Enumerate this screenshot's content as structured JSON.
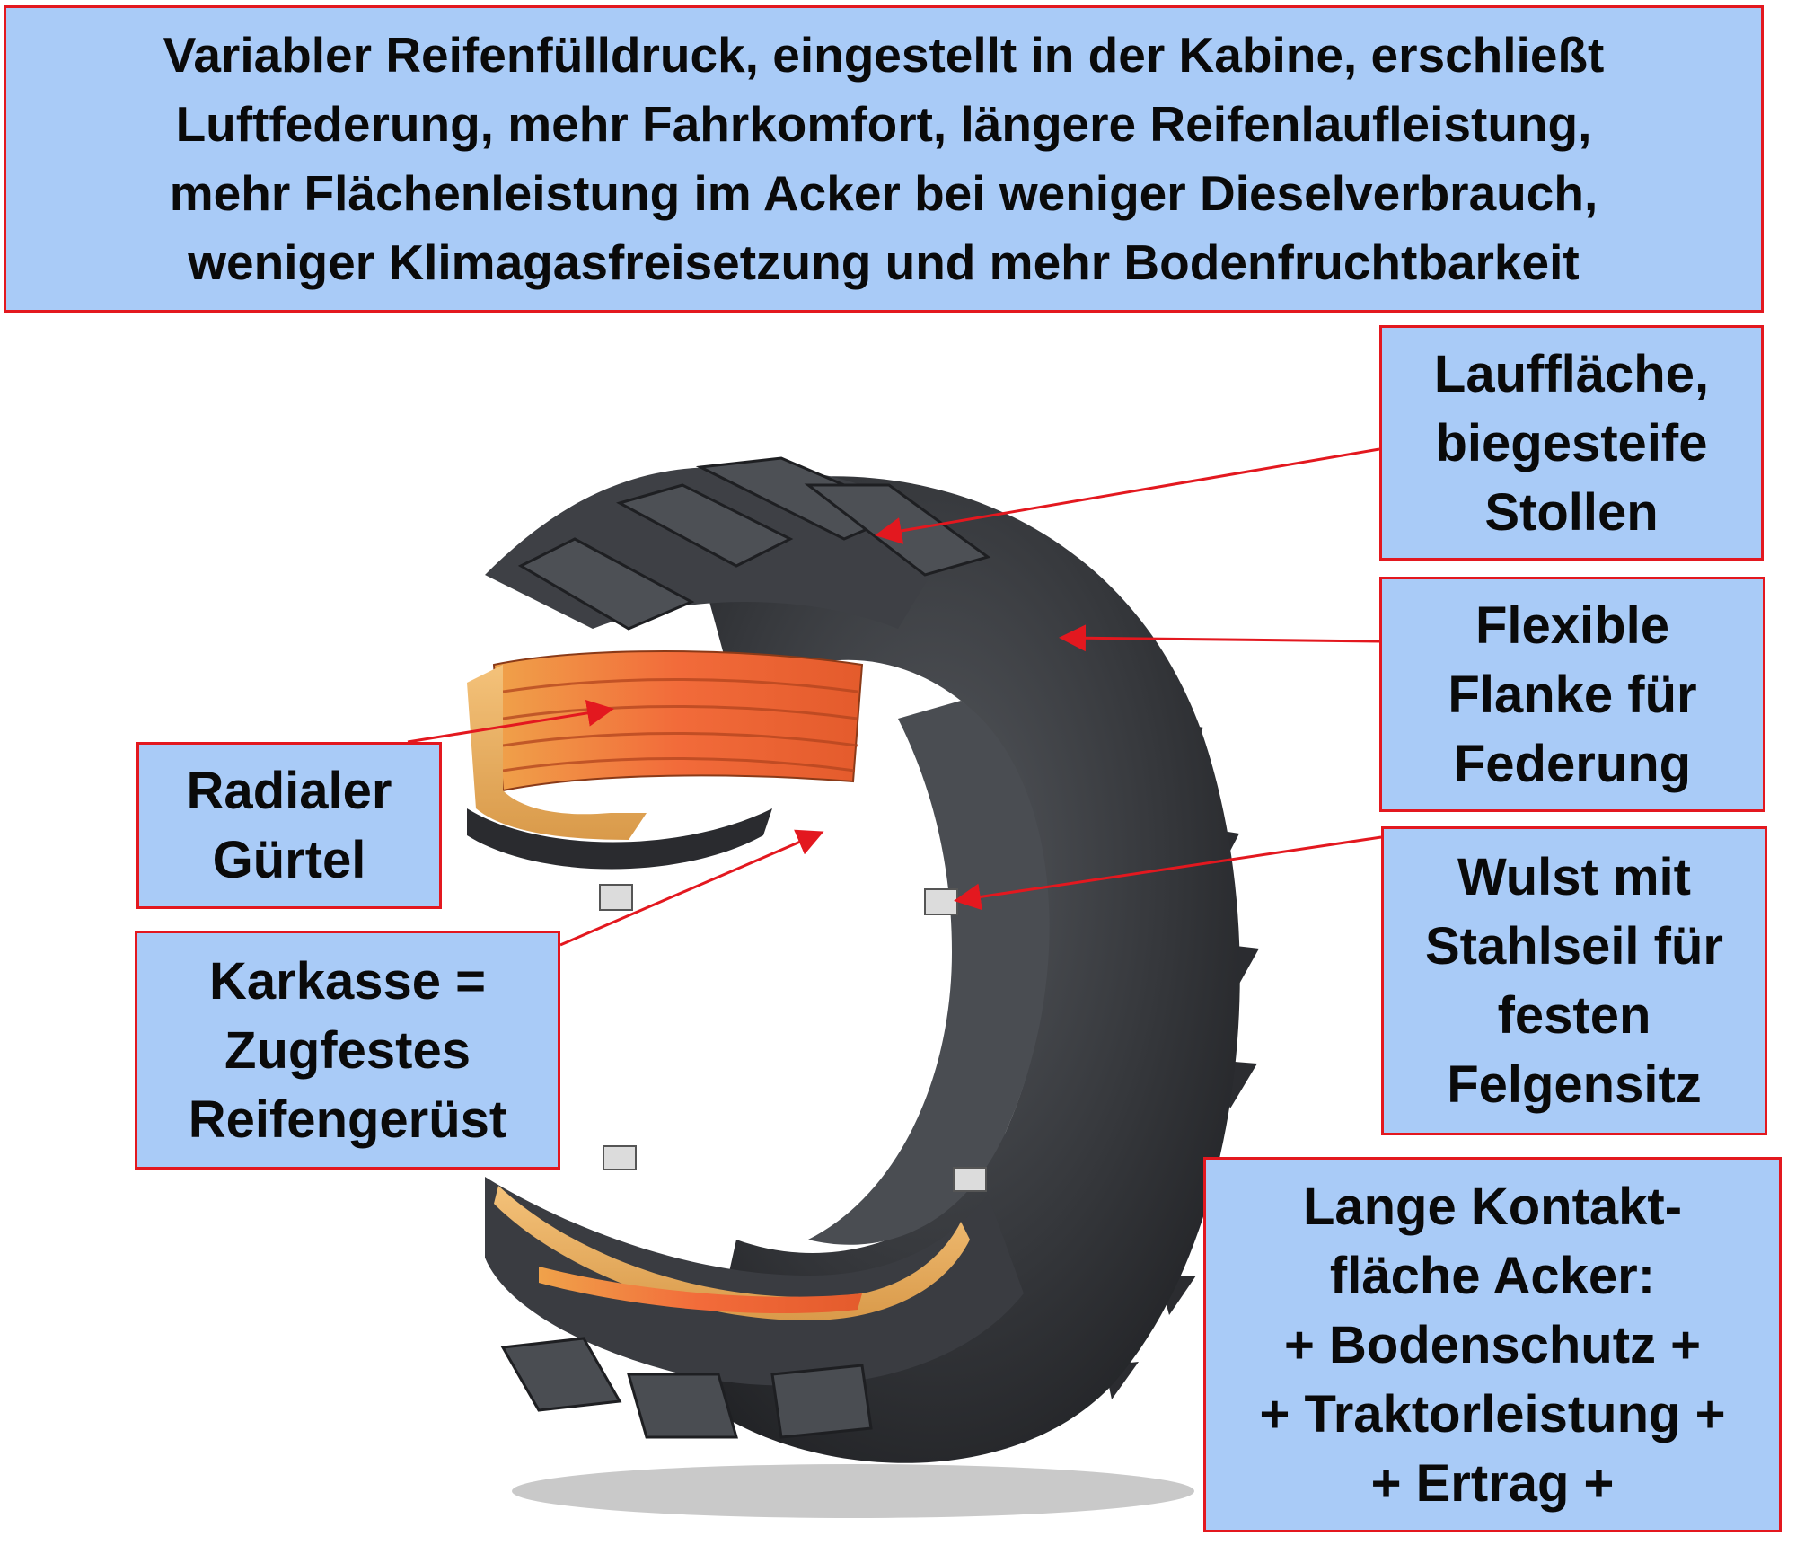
{
  "title_lines": [
    "Variabler Reifenfülldruck, eingestellt in der Kabine, erschließt",
    "Luftfederung, mehr Fahrkomfort, längere Reifenlaufleistung,",
    "mehr Flächenleistung im Acker bei weniger Dieselverbrauch,",
    "weniger Klimagasfreisetzung und mehr Bodenfruchtbarkeit"
  ],
  "labels": {
    "lauf": [
      "Lauffläche,",
      "biegesteife",
      "Stollen"
    ],
    "flanke": [
      "Flexible",
      "Flanke für",
      "Federung"
    ],
    "wulst": [
      "Wulst mit",
      "Stahlseil für",
      "festen",
      "Felgensitz"
    ],
    "kontakt": [
      "Lange Kontakt-",
      "fläche Acker:",
      "+ Bodenschutz +",
      "+ Traktorleistung +",
      "+ Ertrag +"
    ],
    "guertel": [
      "Radialer",
      "Gürtel"
    ],
    "karkasse": [
      "Karkasse =",
      "Zugfestes",
      "Reifengerüst"
    ]
  },
  "colors": {
    "box_fill": "#a9cbf7",
    "box_border": "#e3181f",
    "arrow": "#e3181f",
    "tire_rubber": "#3a3c40",
    "belt_orange": "#f07a3c",
    "carcass_yellow": "#e8b060"
  }
}
